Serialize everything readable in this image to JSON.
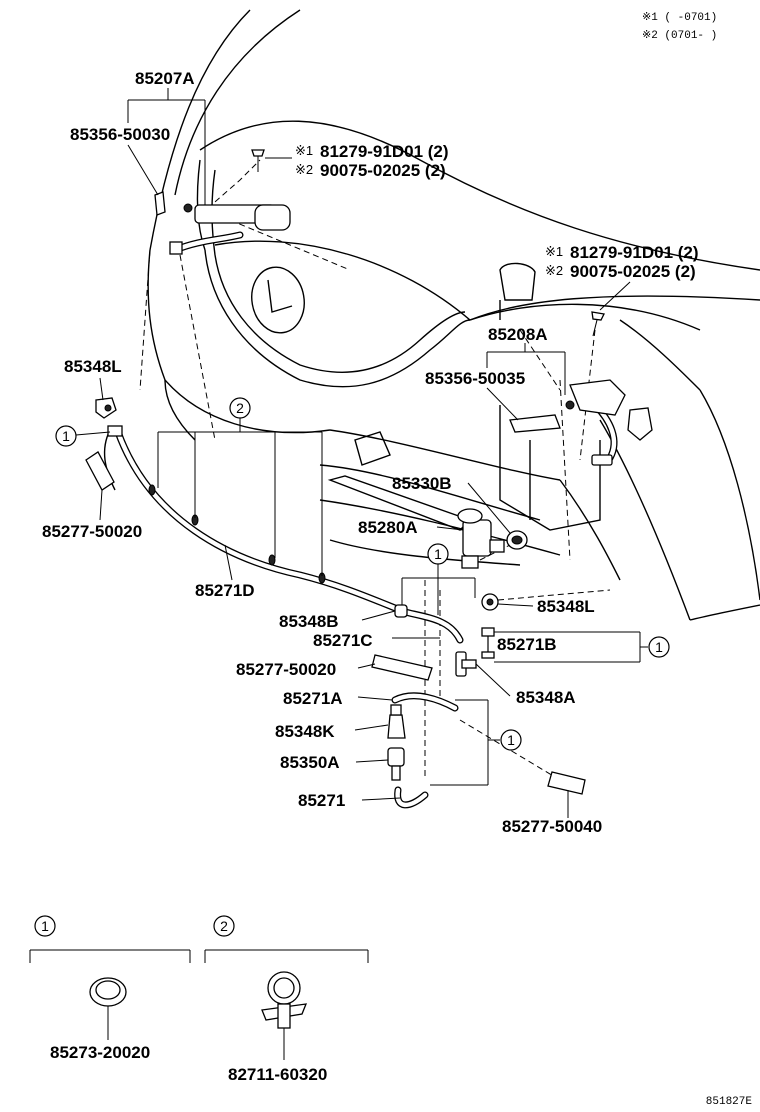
{
  "notes": {
    "line1": "※1 (      -0701)",
    "line2": "※2 (0701-        )"
  },
  "labels": {
    "p85207A": "85207A",
    "p85356_50030": "85356-50030",
    "p81279_top_mark": "※1",
    "p81279_top": "81279-91D01 (2)",
    "p90075_top_mark": "※2",
    "p90075_top": "90075-02025 (2)",
    "p81279_mid_mark": "※1",
    "p81279_mid": "81279-91D01 (2)",
    "p90075_mid_mark": "※2",
    "p90075_mid": "90075-02025 (2)",
    "p85208A": "85208A",
    "p85356_50035": "85356-50035",
    "p85348L_left": "85348L",
    "p85330B": "85330B",
    "p85280A": "85280A",
    "p85277_50020_left": "85277-50020",
    "p85271D": "85271D",
    "p85348L_right": "85348L",
    "p85348B": "85348B",
    "p85271C": "85271C",
    "p85271B": "85271B",
    "p85277_50020_mid": "85277-50020",
    "p85348A": "85348A",
    "p85271A": "85271A",
    "p85348K": "85348K",
    "p85350A": "85350A",
    "p85271": "85271",
    "p85277_50040": "85277-50040",
    "p85273_20020": "85273-20020",
    "p82711_60320": "82711-60320"
  },
  "callouts": {
    "one": "1",
    "two": "2"
  },
  "legend": {
    "box1_num": "1",
    "box2_num": "2"
  },
  "footer": {
    "code": "851827E"
  }
}
